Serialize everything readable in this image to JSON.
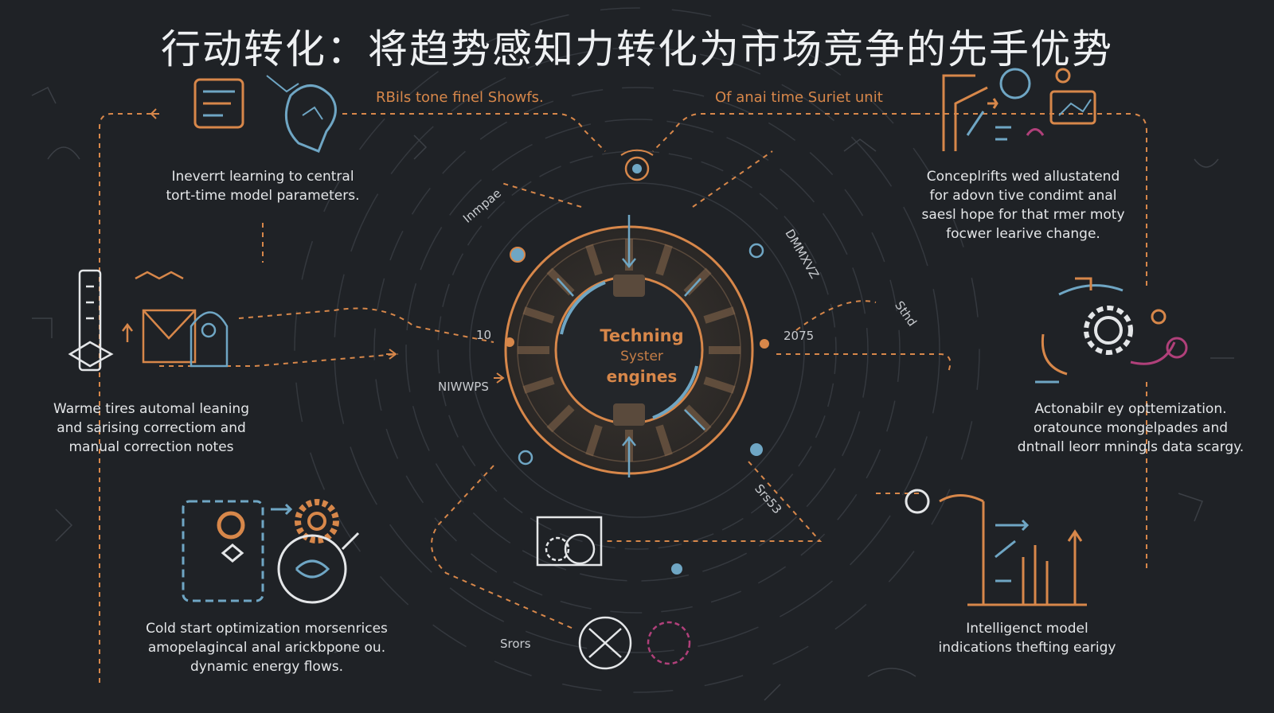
{
  "title": "行动转化：将趋势感知力转化为市场竞争的先手优势",
  "top_notes": {
    "left": "RBils tone finel Showfs.",
    "right": "Of anai time Suriet unit"
  },
  "hub": {
    "line1": "Techning",
    "line2": "Syster",
    "line3": "engines"
  },
  "tags": {
    "left_mid": "NIWWPS",
    "year": "2075",
    "num": "10",
    "diag_left": "Inmpae",
    "diag_right": "DMMXVZ",
    "diag_right2": "Sthd",
    "diag_bottom": "Srs53",
    "bottom": "Srors"
  },
  "nodes": {
    "top_left": {
      "line1": "Ineverrt learning to central",
      "line2": "tort-time model parameters."
    },
    "top_right": {
      "line1": "Conceplrifts wed allustatend",
      "line2": "for adovn tive condimt anal",
      "line3": "saesl hope for that rmer moty",
      "line4": "focwer learive change."
    },
    "mid_left": {
      "line1": "Warme tires automal leaning",
      "line2": "and sarising correctiom and",
      "line3": "manual correction notes"
    },
    "mid_right": {
      "line1": "Actonabilr ey opttemization.",
      "line2": "oratounce mongelpades and",
      "line3": "dntnall leorr mningls data scargy."
    },
    "bottom_left": {
      "line1": "Cold start optimization morsenrices",
      "line2": "amopelagincal anal arickbpone ou.",
      "line3": "dynamic energy flows."
    },
    "bottom_right": {
      "line1": "Intelligenct model",
      "line2": "indications thefting earigy"
    }
  },
  "colors": {
    "background": "#1f2226",
    "orange": "#d7874a",
    "blue": "#6fa6c4",
    "white": "#e4e6e8",
    "magenta": "#b0407a"
  }
}
